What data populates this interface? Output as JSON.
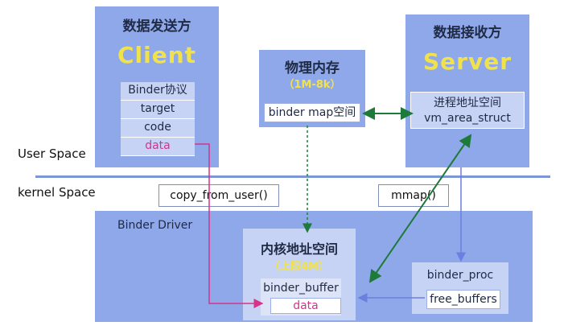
{
  "client": {
    "title": "数据发送方",
    "name": "Client",
    "fields": [
      "Binder协议",
      "target",
      "code",
      "data"
    ]
  },
  "memory": {
    "title": "物理内存",
    "range": "（1M-8k）",
    "box": "binder map空间"
  },
  "server": {
    "title": "数据接收方",
    "name": "Server",
    "box_line1": "进程地址空间",
    "box_line2": "vm_area_struct"
  },
  "spaces": {
    "user": "User Space",
    "kernel": "kernel Space"
  },
  "ops": {
    "copy": "copy_from_user()",
    "mmap": "mmap()"
  },
  "driver": {
    "label": "Binder Driver",
    "kernel_title": "内核地址空间",
    "kernel_limit": "（上限4M）",
    "buffer": "binder_buffer",
    "data": "data",
    "proc": "binder_proc",
    "free": "free_buffers"
  },
  "colors": {
    "panel": "#8fa8ea",
    "accent": "#f2e24a",
    "divider": "#7f96d6",
    "data_arrow": "#d4348a",
    "green_arrow": "#1e7a3a",
    "blue_arrow": "#6b7fe0"
  }
}
